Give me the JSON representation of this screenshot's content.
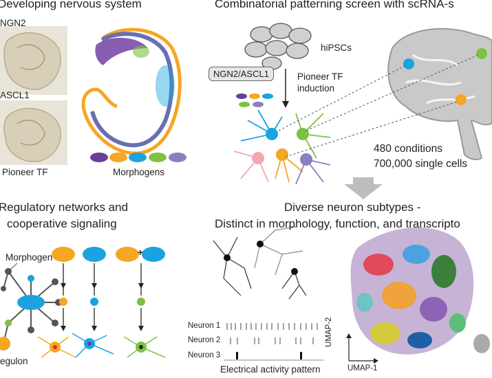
{
  "panels": {
    "top_left": {
      "title": "Developing nervous system",
      "embryo_labels": [
        "NGN2",
        "ASCL1"
      ],
      "caption_left": "Pioneer TF",
      "caption_right": "Morphogens"
    },
    "top_right": {
      "title": "Combinatorial patterning screen with scRNA-s",
      "cells_label": "hiPSCs",
      "tf_box": "NGN2/ASCL1",
      "induction_line1": "Pioneer TF",
      "induction_line2": "induction",
      "stat1": "480 conditions",
      "stat2": "700,000 single cells"
    },
    "bottom_left": {
      "title_line1": "Regulatory networks and",
      "title_line2": "cooperative signaling",
      "morphogen_label": "Morphogen",
      "regulon_label": "egulon",
      "plus": "+"
    },
    "bottom_right": {
      "title_line1": "Diverse neuron subtypes -",
      "title_line2": "Distinct in morphology, function, and transcripto",
      "neuron_labels": [
        "Neuron 1",
        "Neuron 2",
        "Neuron 3"
      ],
      "activity_caption": "Electrical activity pattern",
      "umap_x": "UMAP-1",
      "umap_y": "UMAP-2"
    }
  },
  "colors": {
    "purple": "#6a3d9a",
    "orange": "#f5a623",
    "blue": "#1aa3e0",
    "green": "#7cc242",
    "lavender": "#8a7fc0",
    "gray": "#9a9a9a"
  }
}
